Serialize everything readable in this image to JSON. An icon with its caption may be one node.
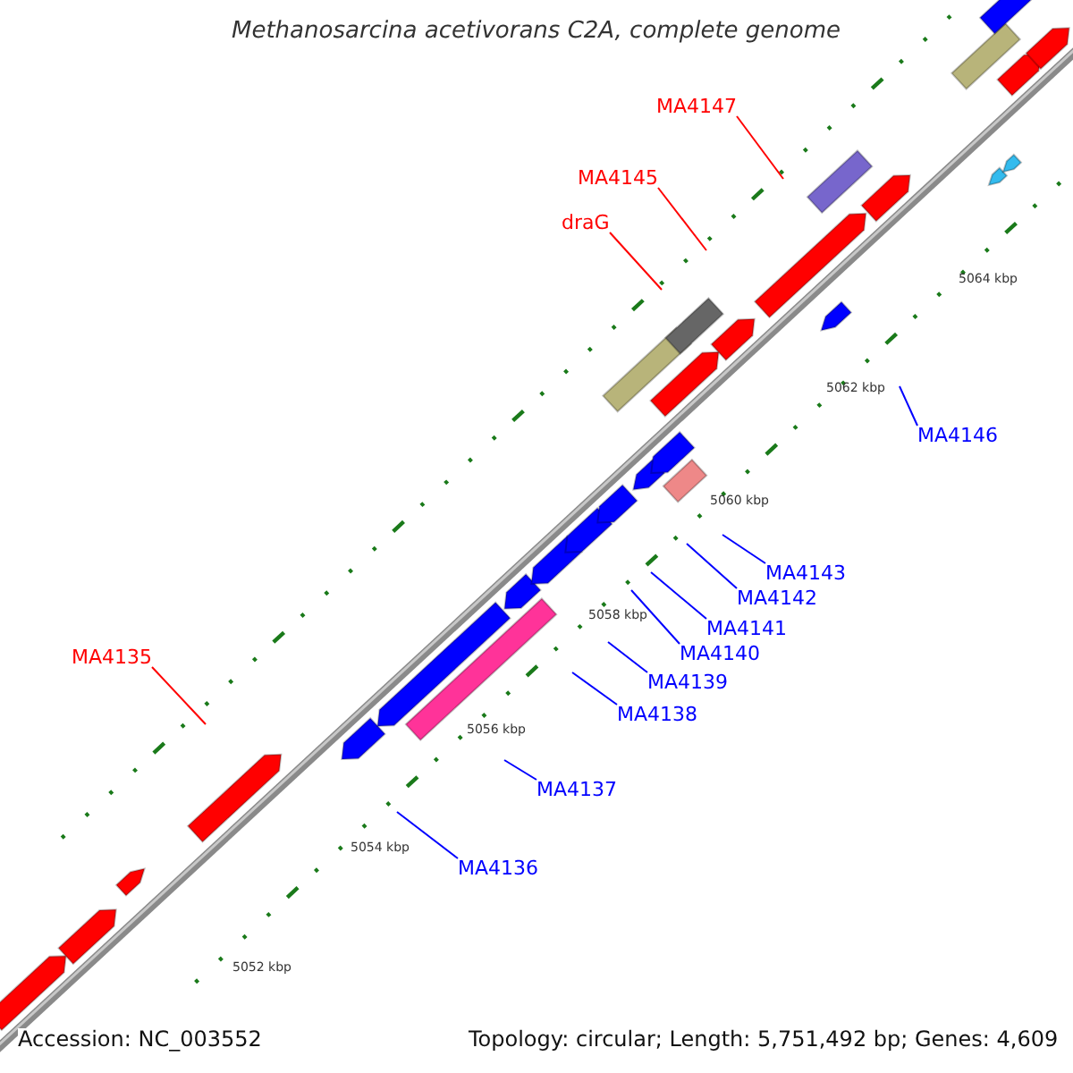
{
  "diagram": {
    "title": "Methanosarcina acetivorans C2A, complete genome",
    "nodes": [
      {
        "text": [
          "MA4147"
        ]
      },
      {
        "text": [
          "MA4145"
        ]
      },
      {
        "text": [
          "draG"
        ]
      },
      {
        "text": [
          "MA4146"
        ]
      },
      {
        "text": [
          "MA4143"
        ]
      },
      {
        "text": [
          "MA4142"
        ]
      },
      {
        "text": [
          "MA4141"
        ]
      },
      {
        "text": [
          "MA4140"
        ]
      },
      {
        "text": [
          "MA4139"
        ]
      },
      {
        "text": [
          "MA4138"
        ]
      },
      {
        "text": [
          "MA4135"
        ]
      },
      {
        "text": [
          "MA4137"
        ]
      },
      {
        "text": [
          "MA4136"
        ]
      }
    ],
    "edges": [
      {
        "from": 0,
        "to": null,
        "arrow": "none",
        "color": "#ff0000"
      },
      {
        "from": 1,
        "to": null,
        "arrow": "none",
        "color": "#ff0000"
      },
      {
        "from": 2,
        "to": null,
        "arrow": "none",
        "color": "#ff0000"
      },
      {
        "from": 3,
        "to": null,
        "arrow": "none"
      },
      {
        "from": 4,
        "to": null,
        "arrow": "none"
      },
      {
        "from": 5,
        "to": null,
        "arrow": "none"
      },
      {
        "from": 6,
        "to": null,
        "arrow": "none"
      },
      {
        "from": 7,
        "to": null,
        "arrow": "none"
      },
      {
        "from": 8,
        "to": null,
        "arrow": "none"
      },
      {
        "from": 9,
        "to": null,
        "arrow": "none"
      },
      {
        "from": 10,
        "to": null,
        "arrow": "none",
        "color": "#ff0000"
      },
      {
        "from": 11,
        "to": null,
        "arrow": "none"
      },
      {
        "from": 12,
        "to": null,
        "arrow": "none"
      }
    ],
    "labels": [
      "5064 kbp",
      "5062 kbp",
      "5060 kbp",
      "5058 kbp",
      "5056 kbp",
      "5054 kbp",
      "5052 kbp",
      "Accession: NC_003552",
      "Topology: circular; Length: 5,751,492 bp; Genes: 4,609"
    ]
  }
}
